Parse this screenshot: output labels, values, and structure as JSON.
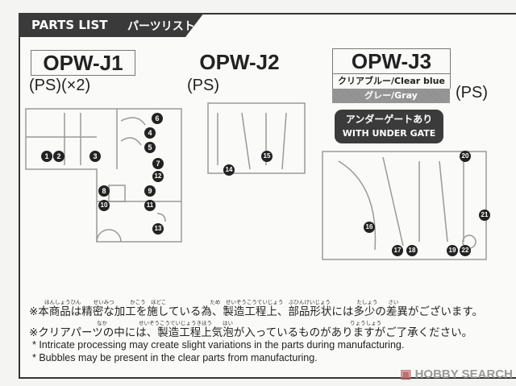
{
  "header": {
    "title_en": "PARTS LIST",
    "title_jp": "パーツリスト"
  },
  "sprues": [
    {
      "code": "OPW-J1",
      "material": "(PS)(×2)",
      "parts": [
        "1",
        "2",
        "3",
        "4",
        "5",
        "6",
        "7",
        "8",
        "9",
        "10",
        "11",
        "12",
        "13"
      ]
    },
    {
      "code": "OPW-J2",
      "material": "(PS)",
      "parts": [
        "14",
        "15"
      ]
    },
    {
      "code": "OPW-J3",
      "color_clear": "クリアブルー/Clear blue",
      "color_gray": "グレー/Gray",
      "material": "(PS)",
      "gate_jp": "アンダーゲートあり",
      "gate_en": "WITH UNDER GATE",
      "parts": [
        "16",
        "17",
        "18",
        "19",
        "20",
        "21",
        "22"
      ]
    }
  ],
  "notes": {
    "furigana1": "ほんしょうひん　　 せいみつ　　　かこう　ほどこ　　　　　　　　 ため　せいぞうこうていじょう　ぶひんけいじょう　　　　　たしょう　　さい",
    "jp1": "※本商品は精密な加工を施している為、製造工程上、部品形状には多少の差異がございます。",
    "furigana2": "なか　　　　　　せいぞうこうていじょうきほう　　はい　　　　　　　　　　　　　　　　　　　　　　 りょうしょう",
    "jp2": "※クリアパーツの中には、製造工程上気泡が入っているものがありますがご了承ください。",
    "en1": "* Intricate processing may create slight variations in the parts during manufacturing.",
    "en2": "* Bubbles may be present in the clear parts from manufacturing."
  },
  "watermark": "HOBBY SEARCH"
}
